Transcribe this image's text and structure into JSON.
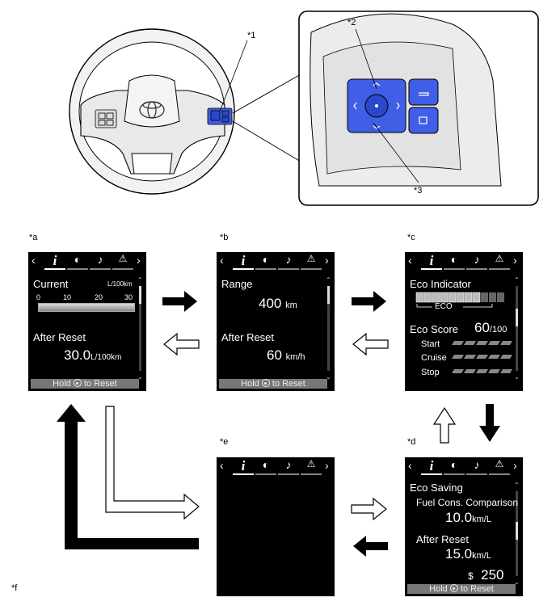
{
  "callouts": {
    "c1": "*1",
    "c2": "*2",
    "c3": "*3"
  },
  "labels": {
    "a": "*a",
    "b": "*b",
    "c": "*c",
    "d": "*d",
    "e": "*e",
    "f": "*f"
  },
  "footer": {
    "hold": "Hold",
    "to_reset": "to Reset"
  },
  "screen_a": {
    "title": "Current",
    "unit": "L/100km",
    "scale": [
      "0",
      "10",
      "20",
      "30"
    ],
    "after_reset": "After Reset",
    "value": "30.0",
    "value_unit": "L/100km"
  },
  "screen_b": {
    "range_label": "Range",
    "range_value": "400",
    "range_unit": "km",
    "after_reset": "After Reset",
    "speed_value": "60",
    "speed_unit": "km/h"
  },
  "screen_c": {
    "indicator": "Eco Indicator",
    "eco": "ECO",
    "score_label": "Eco Score",
    "score": "60",
    "score_max": "/100",
    "rows": [
      "Start",
      "Cruise",
      "Stop"
    ]
  },
  "screen_d": {
    "title": "Eco Saving",
    "comparison": "Fuel Cons. Comparison",
    "comp_value": "10.0",
    "comp_unit": "km/L",
    "after_reset": "After Reset",
    "ar_value": "15.0",
    "ar_unit": "km/L",
    "currency": "$",
    "saving": "250"
  },
  "colors": {
    "switch_blue": "#3f5fe6",
    "screen_bg": "#000000",
    "footer_bg": "#777777"
  }
}
